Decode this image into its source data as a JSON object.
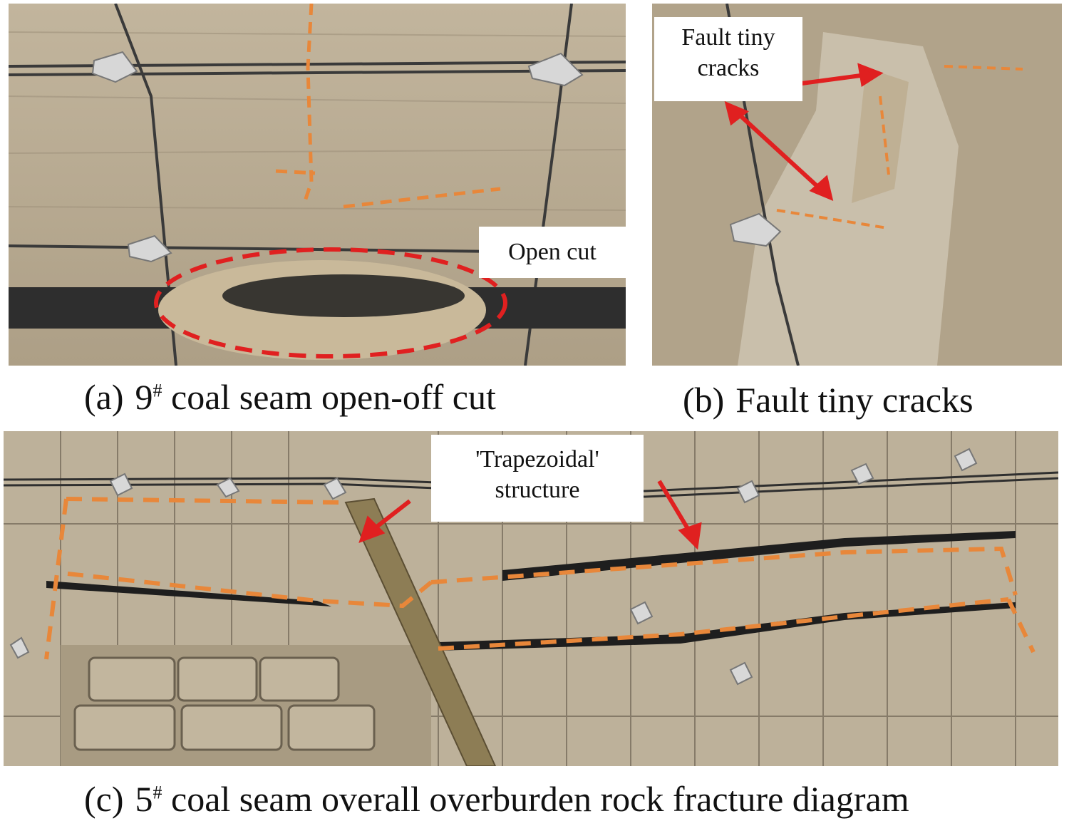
{
  "panels": {
    "a": {
      "caption_label": "(a)",
      "caption_pre": "9",
      "caption_sup": "#",
      "caption_post": " coal seam open-off cut",
      "callout": "Open cut"
    },
    "b": {
      "caption_label": "(b)",
      "caption_text": "Fault tiny cracks",
      "callout": "Fault tiny cracks"
    },
    "c": {
      "caption_label": "(c)",
      "caption_pre": "5",
      "caption_sup": "#",
      "caption_post": " coal seam overall overburden rock fracture diagram",
      "callout": "'Trapezoidal' structure"
    }
  },
  "colors": {
    "rock": "#b9ab93",
    "rock_dark": "#9c8f78",
    "crack_orange": "#e8873a",
    "annotation_red": "#e02020",
    "void": "#2a2a2a"
  }
}
